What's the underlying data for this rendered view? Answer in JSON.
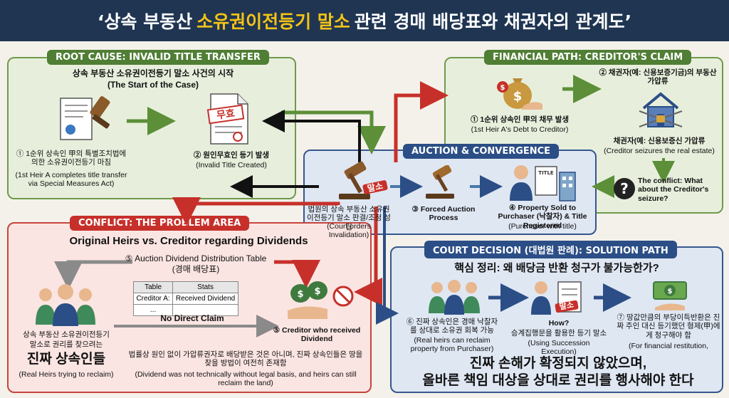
{
  "title": {
    "prefix": "‘상속 부동산",
    "highlight": "소유권이전등기 말소",
    "suffix": "관련 경매 배당표와 채권자의 관계도’"
  },
  "root_cause": {
    "tab": "ROOT CAUSE: INVALID TITLE TRANSFER",
    "heading_ko": "상속 부동산 소유권이전등기 말소 사건의 시작",
    "heading_en": "(The Start of the Case)",
    "step1_ko": "① 1순위 상속인 甲의 특별조치법에 의한 소유권이전등기 마침",
    "step1_en": "(1st Heir A completes title transfer via Special Measures Act)",
    "stamp": "무효",
    "step2_ko": "② 원인무효인 등기 발생",
    "step2_en": "(Invalid Title Created)"
  },
  "financial": {
    "tab": "FINANCIAL PATH: CREDITOR'S CLAIM",
    "step1_ko": "① 1순위 상속인 甲의 채무 발생",
    "step1_en": "(1st Heir A's Debt to Creditor)",
    "step2_ko": "② 채권자(예: 신용보증기금)의 부동산 가압류",
    "seize_ko": "채권자(예: 신용보증신 가압류",
    "seize_en": "(Creditor seizures the real estate)",
    "conflict_en": "The conflict: What about the Creditor's seizure?"
  },
  "auction": {
    "tab": "AUCTION & CONVERGENCE",
    "stamp": "말소",
    "court_ko": "법원의 상속 부동산 소유권 이전등기 말소 판결/조정 성립",
    "court_en": "(Court orders Invalidation)",
    "step3": "③ Forced Auction Process",
    "step4": "④ Property Sold to Purchaser (낙찰자) & Title Registered",
    "step4_en": "(Purchaser with title)",
    "doc_label": "TITLE"
  },
  "conflict": {
    "tab": "CONFLICT: THE PROBLEM AREA",
    "heading": "Original Heirs vs. Creditor regarding Dividends",
    "step5": "⑤ Auction Dividend Distribution Table",
    "step5_ko": "(경매 배당표)",
    "table": {
      "headers": [
        "Table",
        "Stats"
      ],
      "row1": [
        "Creditor A:",
        "Received Dividend"
      ],
      "row2": [
        "...",
        ""
      ]
    },
    "no_claim": "No Direct Claim",
    "heirs_ko1": "상속 부동산 소유권이전등기",
    "heirs_ko2": "말소로 권리를 찾으려는",
    "heirs_big": "진짜 상속인들",
    "heirs_en": "(Real Heirs trying to reclaim)",
    "creditor": "⑤ Creditor who received Dividend",
    "note_ko": "법률상 원인 없이 가압류권자로 배당받은 것은 아니며, 진짜 상속인들은 땅을 찾을 방법이 여전히 존재함",
    "note_en": "(Dividend was not technically without legal basis, and heirs can still reclaim the land)"
  },
  "court": {
    "tab": "COURT DECISION (대법원 판례): SOLUTION PATH",
    "heading": "핵심 정리: 왜 배당금 반환 청구가 불가능한가?",
    "step6_ko": "⑥ 진짜 상속인은 경매 낙찰자를 상대로 소유권 회복 가능",
    "step6_en": "(Real heirs can reclaim property from Purchaser)",
    "how": "How?",
    "how_ko": "승계집행문을 활용한 등기 말소",
    "how_en": "(Using Succession Execution)",
    "stamp": "말소",
    "step7_ko": "⑦ 땅값만큼의 부당이득반환은 진짜 주인 대신 등기했던 형제(甲)에게 청구해야 함",
    "step7_en": "(For financial restitution,",
    "conclusion1": "진짜 손해가 확정되지 않았으며,",
    "conclusion2": "올바른 책임 대상을 상대로 권리를 행사해야 한다"
  },
  "colors": {
    "banner": "#1f3552",
    "highlight": "#f3c316",
    "green": "#6f9a4c",
    "red": "#c7302a",
    "blue": "#2b4e86"
  }
}
